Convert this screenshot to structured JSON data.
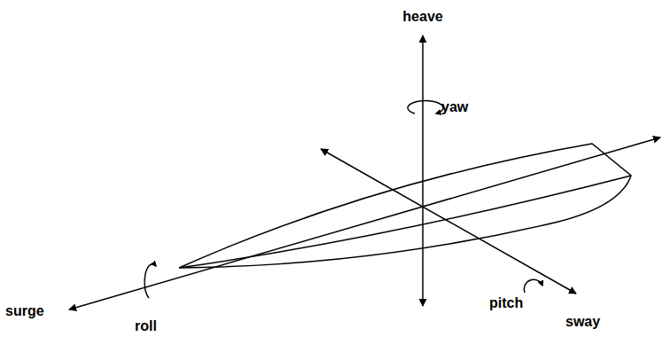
{
  "diagram": {
    "labels": [
      "heave",
      "yaw",
      "surge",
      "roll",
      "pitch",
      "sway"
    ]
  }
}
